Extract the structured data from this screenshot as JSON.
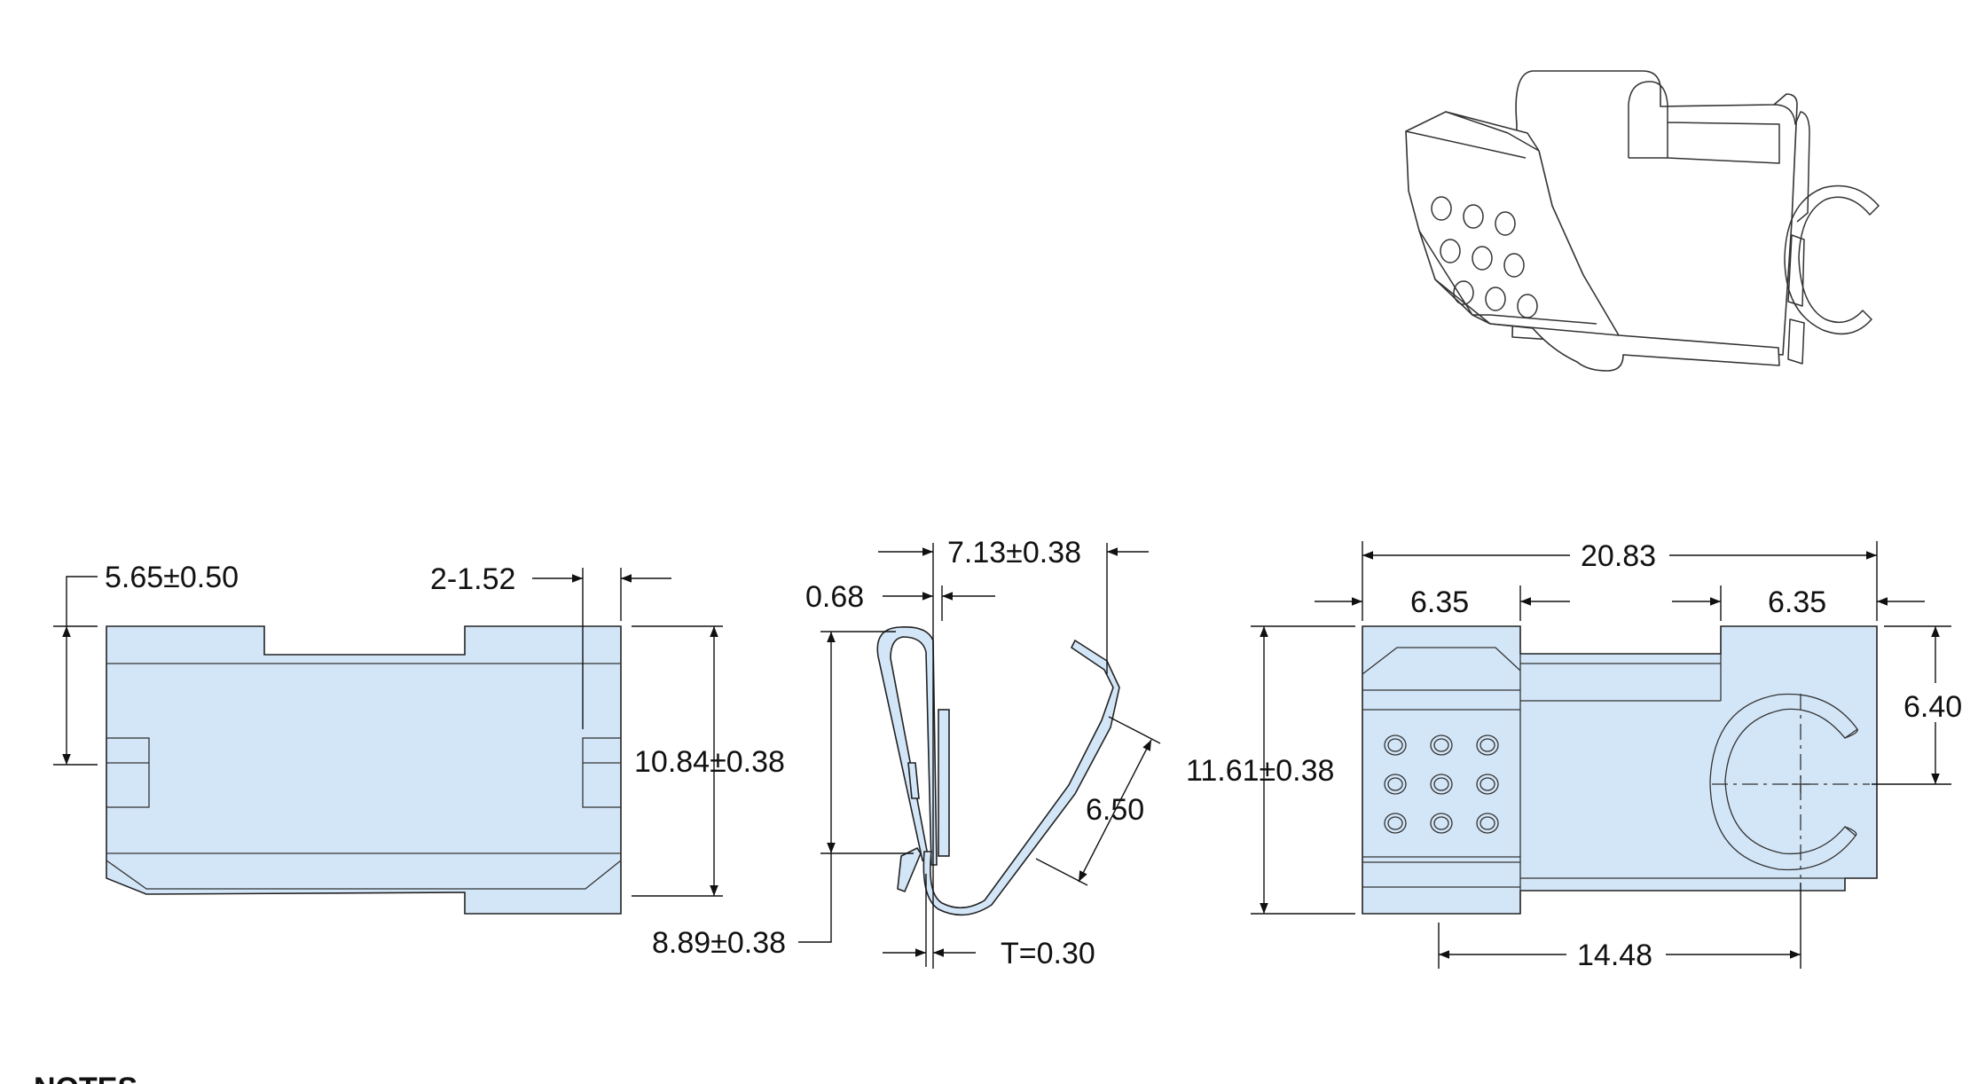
{
  "colors": {
    "part_fill": "#d3e6f8",
    "line": "#222222",
    "text": "#111111"
  },
  "front_view": {
    "dims": {
      "top_offset": "5.65±0.50",
      "slot": "2-1.52",
      "height": "10.84±0.38"
    }
  },
  "side_view": {
    "dims": {
      "width": "7.13±0.38",
      "gap": "0.68",
      "finger": "6.50",
      "height": "8.89±0.38",
      "thickness": "T=0.30"
    }
  },
  "end_view": {
    "dims": {
      "overall": "20.83",
      "left_tab": "6.35",
      "right_tab": "6.35",
      "height": "11.61±0.38",
      "slot_height": "6.40",
      "hole_offset": "14.48"
    }
  },
  "notes_heading": "NOTES"
}
